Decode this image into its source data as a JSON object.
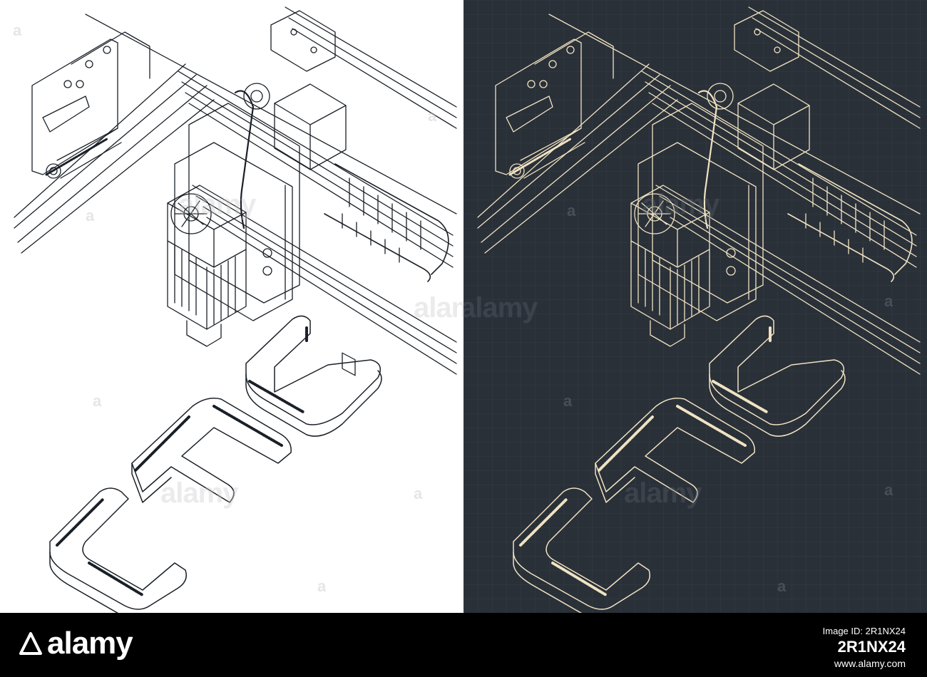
{
  "colors": {
    "light_bg": "#ffffff",
    "light_line": "#1a2027",
    "dark_bg": "#2a3038",
    "dark_line": "#f0e3c2",
    "footer_bg": "#000000"
  },
  "watermark": {
    "text": "alamy",
    "corner_mark": "a"
  },
  "footer": {
    "brand": "alamy",
    "image_id_label": "Image ID: 2R1NX24",
    "image_id": "2R1NX24",
    "url": "www.alamy.com"
  }
}
